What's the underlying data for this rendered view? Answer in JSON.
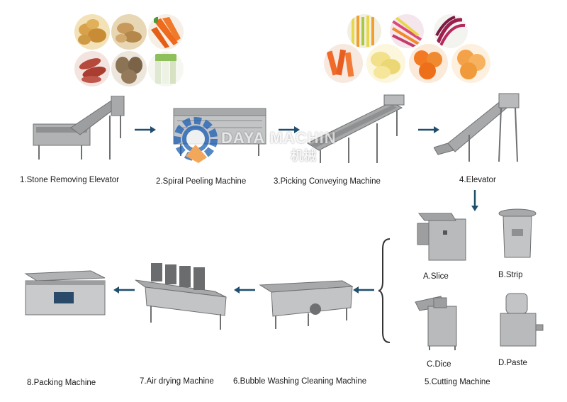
{
  "colors": {
    "arrow": "#1f4e6e",
    "steel": "#a7a9ab",
    "steel_dark": "#6e7072",
    "watermark_blue": "#1a5fb4",
    "watermark_orange": "#f08a24"
  },
  "watermark": {
    "brand": "DAYA  MACHIN",
    "chinese": "机械"
  },
  "vegetables_left": [
    {
      "name": "potato",
      "color": "#d9a24a"
    },
    {
      "name": "ginger",
      "color": "#c79a5c"
    },
    {
      "name": "carrot",
      "color": "#ee6a1d"
    },
    {
      "name": "sweet-potato",
      "color": "#b54a3c"
    },
    {
      "name": "taro",
      "color": "#8b7355"
    },
    {
      "name": "leek",
      "color": "#dfe8d0"
    }
  ],
  "vegetables_right": [
    {
      "name": "mixed-strips",
      "color": "#e6d84a"
    },
    {
      "name": "colored-shreds",
      "color": "#d94a7a"
    },
    {
      "name": "purple-cabbage-shreds",
      "color": "#9c1f4f"
    },
    {
      "name": "carrot-sticks",
      "color": "#f06a2a"
    },
    {
      "name": "potato-slices",
      "color": "#f2e08a"
    },
    {
      "name": "carrot-slices",
      "color": "#f27a22"
    },
    {
      "name": "sweet-potato-slices",
      "color": "#f4a24a"
    }
  ],
  "steps": {
    "s1": "1.Stone Removing Elevator",
    "s2": "2.Spiral Peeling Machine",
    "s3": "3.Picking Conveying Machine",
    "s4": "4.Elevator",
    "s5": "5.Cutting Machine",
    "s6": "6.Bubble Washing Cleaning Machine",
    "s7": "7.Air drying Machine",
    "s8": "8.Packing Machine"
  },
  "cutting_options": {
    "a": "A.Slice",
    "b": "B.Strip",
    "c": "C.Dice",
    "d": "D.Paste"
  }
}
